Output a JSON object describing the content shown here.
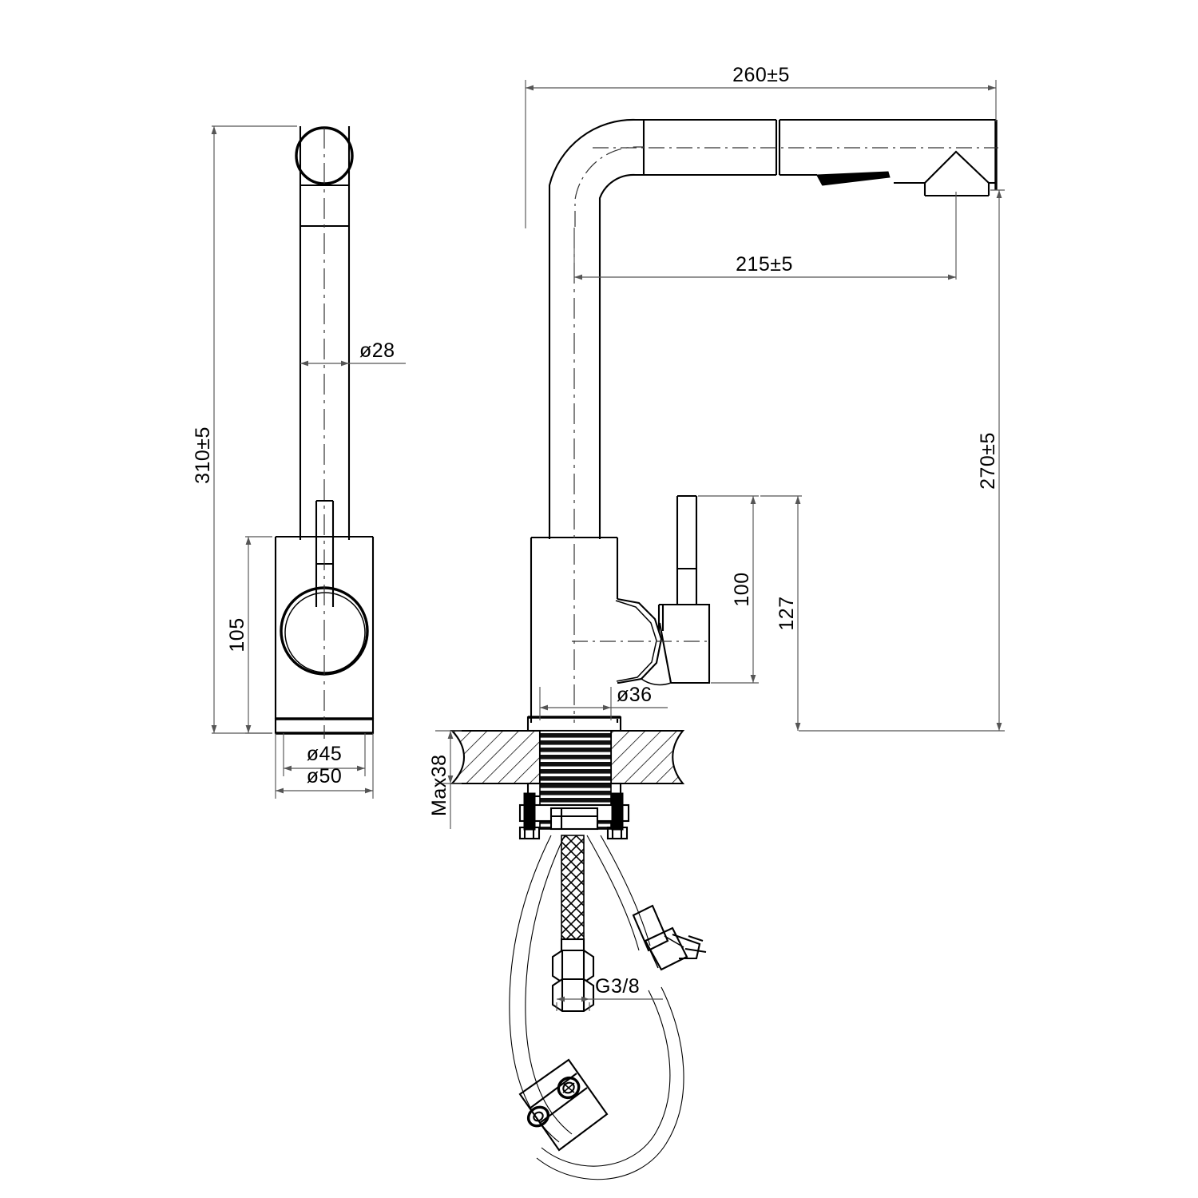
{
  "drawing": {
    "type": "engineering-dimension-drawing",
    "subject": "pull-out kitchen mixer tap",
    "units": "mm",
    "views": [
      {
        "name": "side-view-left",
        "label": ""
      },
      {
        "name": "front-view-right",
        "label": ""
      }
    ]
  },
  "dimensions": {
    "overall_height_side": "310±5",
    "spout_diameter": "ø28",
    "handle_height_side": "105",
    "base_inner_diameter": "ø45",
    "base_outer_diameter": "ø50",
    "spout_reach_total": "260±5",
    "spout_reach_effective": "215±5",
    "overall_height_front": "270±5",
    "handle_top_height": "100",
    "handle_body_height": "127",
    "body_diameter": "ø36",
    "max_deck_thickness": "Max38",
    "supply_thread": "G3/8"
  },
  "labels": [
    {
      "id": "d-310",
      "text": "310±5",
      "orientation": "vertical"
    },
    {
      "id": "d-28",
      "text": "ø28",
      "orientation": "horizontal"
    },
    {
      "id": "d-105",
      "text": "105",
      "orientation": "vertical"
    },
    {
      "id": "d-45",
      "text": "ø45",
      "orientation": "horizontal"
    },
    {
      "id": "d-50",
      "text": "ø50",
      "orientation": "horizontal"
    },
    {
      "id": "d-260",
      "text": "260±5",
      "orientation": "horizontal"
    },
    {
      "id": "d-215",
      "text": "215±5",
      "orientation": "horizontal"
    },
    {
      "id": "d-270",
      "text": "270±5",
      "orientation": "vertical"
    },
    {
      "id": "d-100",
      "text": "100",
      "orientation": "vertical"
    },
    {
      "id": "d-127",
      "text": "127",
      "orientation": "vertical"
    },
    {
      "id": "d-36",
      "text": "ø36",
      "orientation": "horizontal"
    },
    {
      "id": "d-max38",
      "text": "Max38",
      "orientation": "vertical"
    },
    {
      "id": "d-g38",
      "text": "G3/8",
      "orientation": "horizontal"
    }
  ],
  "colors": {
    "line": "#000000",
    "dimension_line": "#555555",
    "background": "#ffffff"
  }
}
